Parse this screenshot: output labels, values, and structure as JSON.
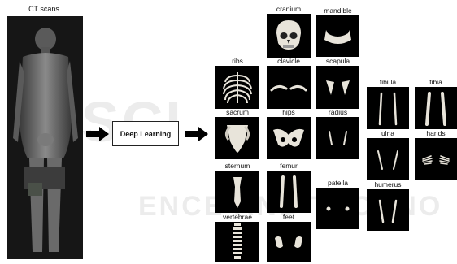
{
  "title": "CT scans",
  "process_label": "Deep Learning",
  "bones": [
    {
      "id": "cranium",
      "label": "cranium"
    },
    {
      "id": "mandible",
      "label": "mandible"
    },
    {
      "id": "ribs",
      "label": "ribs"
    },
    {
      "id": "clavicle",
      "label": "clavicle"
    },
    {
      "id": "scapula",
      "label": "scapula"
    },
    {
      "id": "sacrum",
      "label": "sacrum"
    },
    {
      "id": "hips",
      "label": "hips"
    },
    {
      "id": "radius",
      "label": "radius"
    },
    {
      "id": "fibula",
      "label": "fibula"
    },
    {
      "id": "tibia",
      "label": "tibia"
    },
    {
      "id": "ulna",
      "label": "ulna"
    },
    {
      "id": "hands",
      "label": "hands"
    },
    {
      "id": "sternum",
      "label": "sternum"
    },
    {
      "id": "femur",
      "label": "femur"
    },
    {
      "id": "patella",
      "label": "patella"
    },
    {
      "id": "humerus",
      "label": "humerus"
    },
    {
      "id": "vertebrae",
      "label": "vertebrae"
    },
    {
      "id": "feet",
      "label": "feet"
    }
  ],
  "colors": {
    "bone": "#e8e4da",
    "tile_bg": "#000000",
    "arrow": "#000000"
  }
}
